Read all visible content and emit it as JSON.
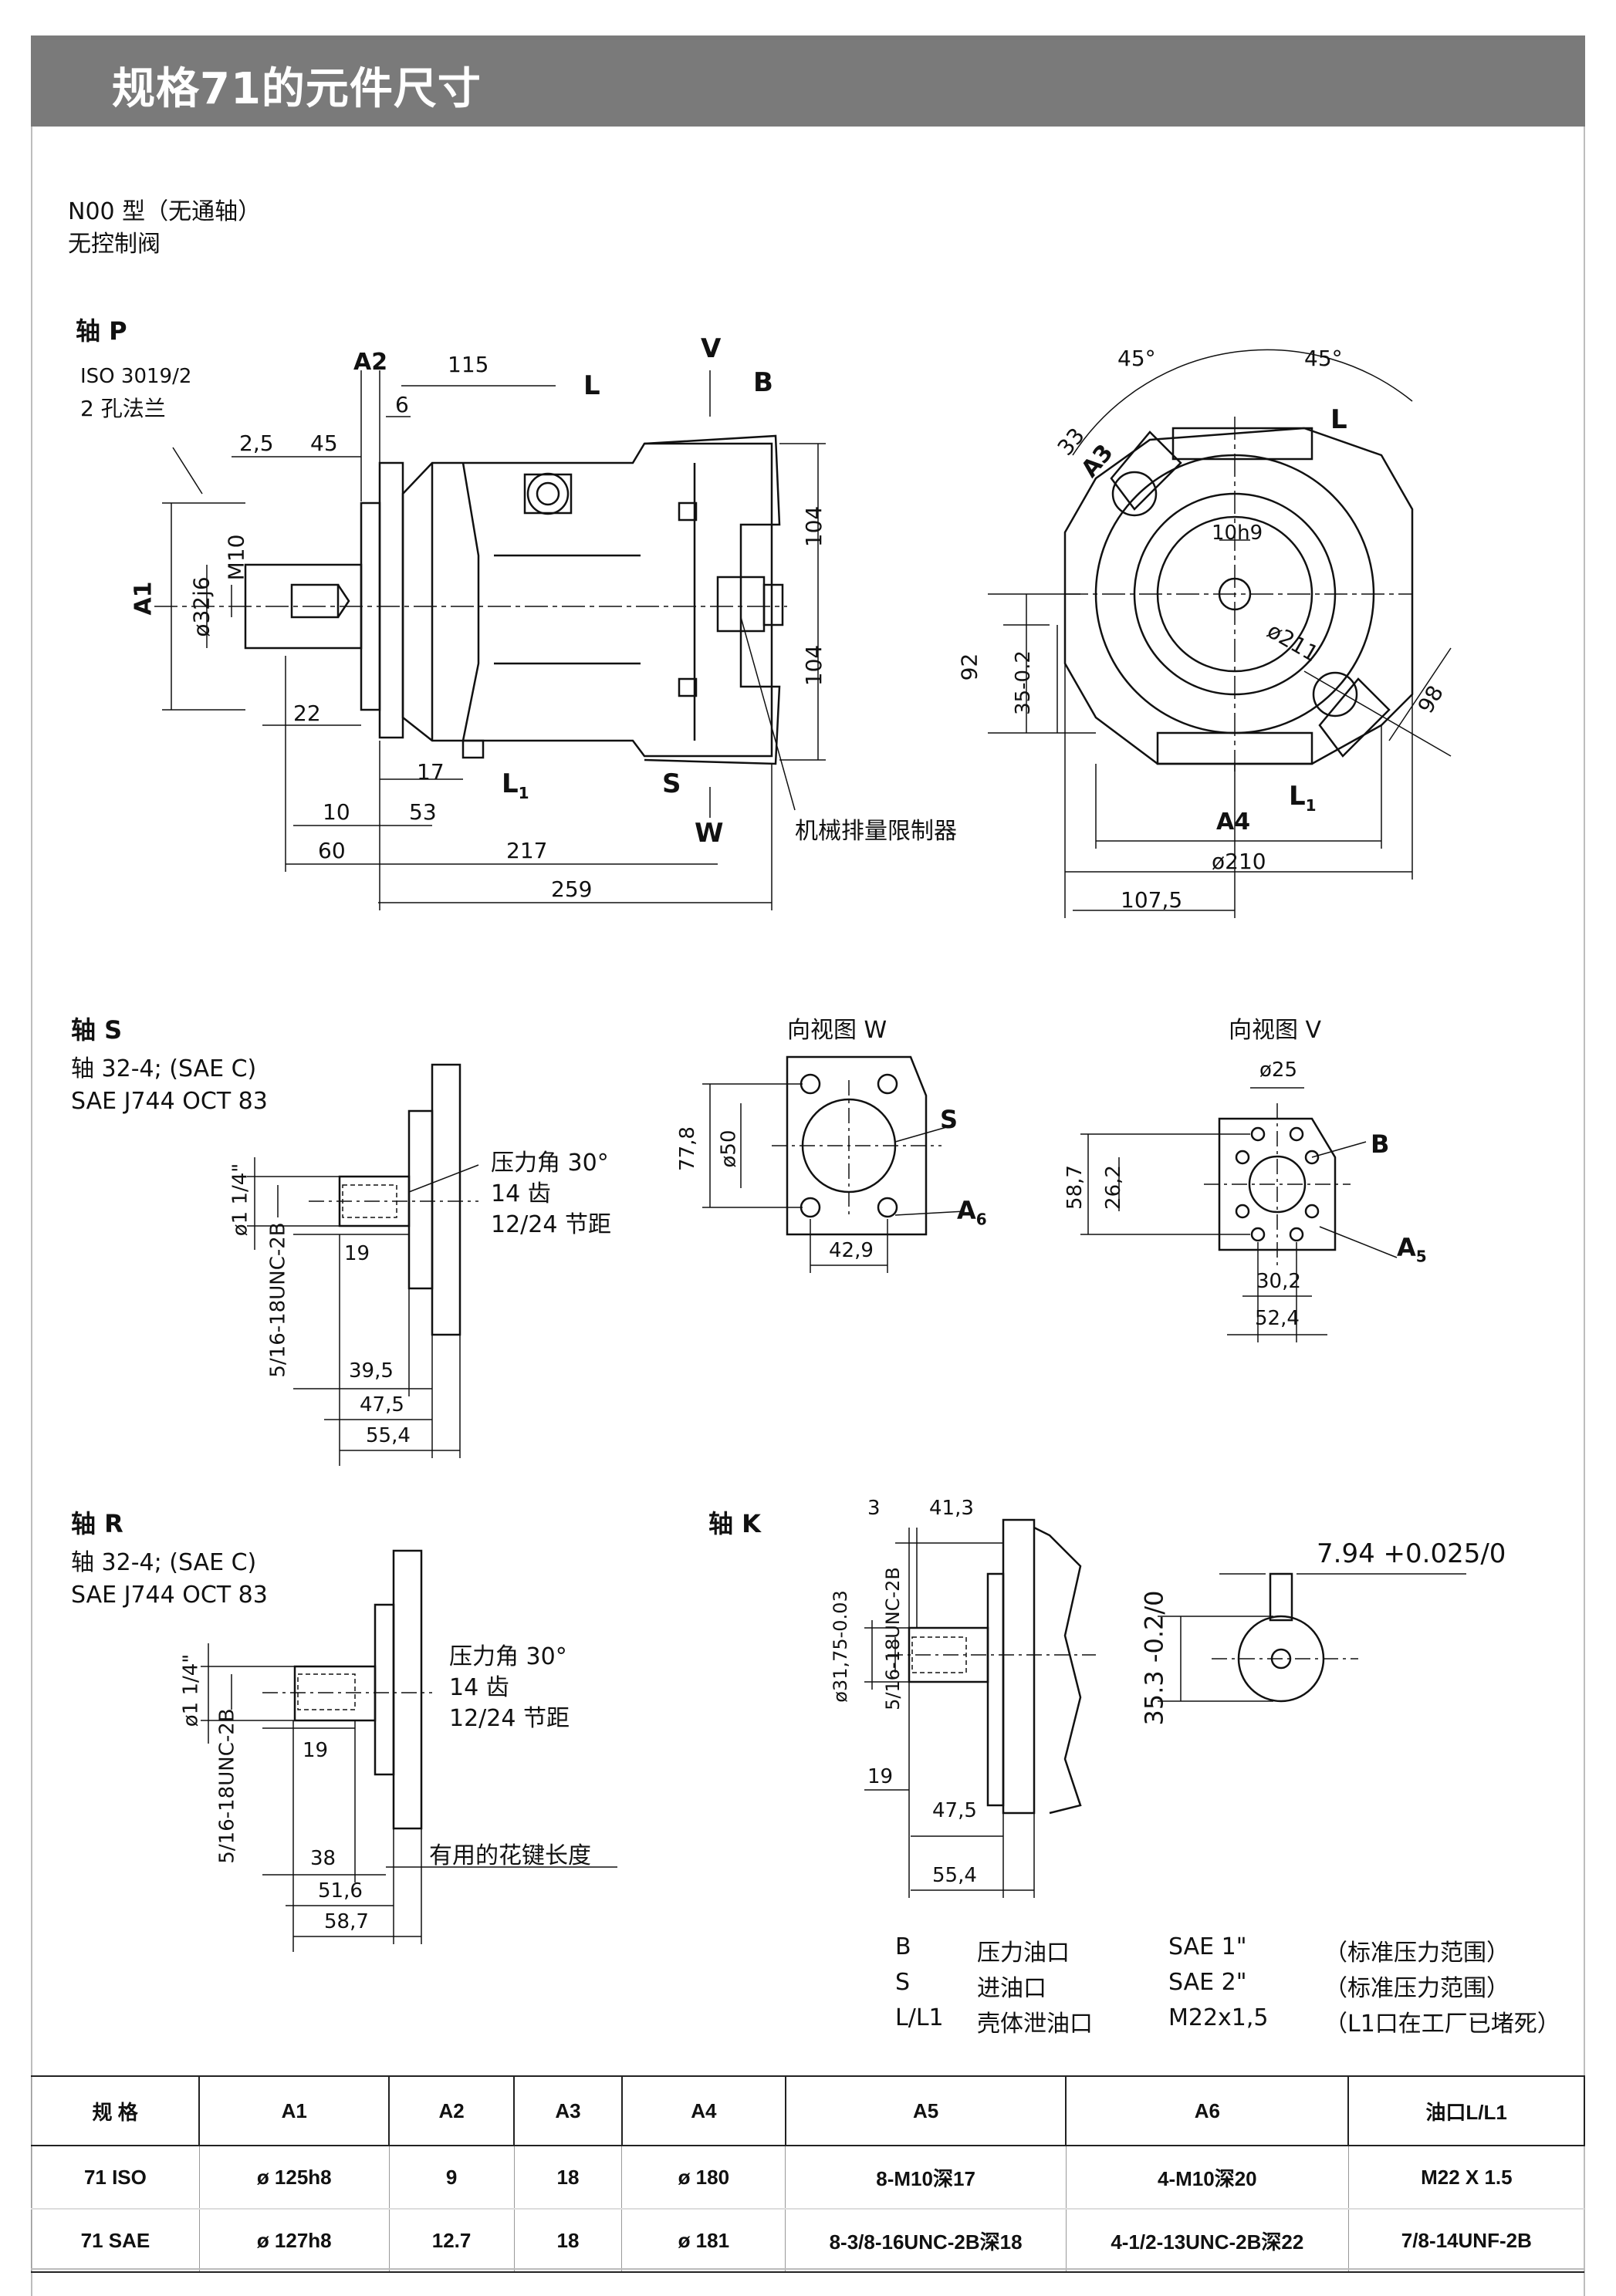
{
  "page": {
    "title": "规格71的元件尺寸"
  },
  "intro": {
    "line1": "N00 型（无通轴）",
    "line2": "无控制阀"
  },
  "shafts": {
    "p": {
      "title": "轴 P",
      "note1": "ISO 3019/2",
      "note2": "2 孔法兰"
    },
    "s": {
      "title": "轴 S",
      "note1": "轴 32-4; (SAE C)",
      "note2": "SAE J744 OCT 83",
      "spline1": "压力角 30°",
      "spline2": "14 齿",
      "spline3": "12/24 节距"
    },
    "r": {
      "title": "轴 R",
      "note1": "轴 32-4; (SAE C)",
      "note2": "SAE J744 OCT 83",
      "spline1": "压力角 30°",
      "spline2": "14 齿",
      "spline3": "12/24 节距",
      "usable": "有用的花键长度"
    },
    "k": {
      "title": "轴 K"
    }
  },
  "views": {
    "w": "向视图 W",
    "v": "向视图 V"
  },
  "labels": {
    "stop": "机械排量限制器"
  },
  "dims": {
    "p_115": "115",
    "p_6": "6",
    "p_25": "2,5",
    "p_45": "45",
    "p_22": "22",
    "p_17": "17",
    "p_10": "10",
    "p_53": "53",
    "p_60": "60",
    "p_217": "217",
    "p_259": "259",
    "p_104a": "104",
    "p_104b": "104",
    "p_m10": "M10",
    "p_d32": "ø32j6",
    "p_a1": "A1",
    "p_a2": "A2",
    "f_45a": "45°",
    "f_45b": "45°",
    "f_33": "33",
    "f_a3": "A3",
    "f_10h9": "10h9",
    "f_211": "ø211",
    "f_92": "92",
    "f_35": "35-0.2",
    "f_98": "98",
    "f_a4": "A4",
    "f_210": "ø210",
    "f_1075": "107,5",
    "s_d114": "ø1 1/4\"",
    "s_unc": "5/16-18UNC-2B",
    "s_19": "19",
    "s_395": "39,5",
    "s_475": "47,5",
    "s_554": "55,4",
    "w_778": "77,8",
    "w_d50": "ø50",
    "w_429": "42,9",
    "v_d25": "ø25",
    "v_587": "58,7",
    "v_262": "26,2",
    "v_302": "30,2",
    "v_524": "52,4",
    "r_d114": "ø1 1/4\"",
    "r_unc": "5/16-18UNC-2B",
    "r_19": "19",
    "r_38": "38",
    "r_516": "51,6",
    "r_587": "58,7",
    "k_3": "3",
    "k_413": "41,3",
    "k_d3175": "ø31,75-0.03",
    "k_unc": "5/16-18UNC-2B",
    "k_19": "19",
    "k_475": "47,5",
    "k_554": "55,4",
    "k_794": "7.94 +0.025/0",
    "k_353": "35.3 -0.2/0"
  },
  "ports_legend": [
    {
      "code": "B",
      "name": "压力油口",
      "size": "SAE 1\"",
      "remark": "（标准压力范围）"
    },
    {
      "code": "S",
      "name": "进油口",
      "size": "SAE 2\"",
      "remark": "（标准压力范围）"
    },
    {
      "code": "L/L1",
      "name": "壳体泄油口",
      "size": "M22x1,5",
      "remark": "（L1口在工厂已堵死）"
    }
  ],
  "table": {
    "headers": [
      "规 格",
      "A1",
      "A2",
      "A3",
      "A4",
      "A5",
      "A6",
      "油口L/L1"
    ],
    "rows": [
      [
        "71 ISO",
        "ø 125h8",
        "9",
        "18",
        "ø 180",
        "8-M10深17",
        "4-M10深20",
        "M22 X 1.5"
      ],
      [
        "71 SAE",
        "ø  127h8",
        "12.7",
        "18",
        "ø 181",
        "8-3/8-16UNC-2B深18",
        "4-1/2-13UNC-2B深22",
        "7/8-14UNF-2B"
      ]
    ]
  },
  "colors": {
    "header_bg": "#7a7a7a",
    "header_text": "#ffffff",
    "line": "#111111"
  }
}
